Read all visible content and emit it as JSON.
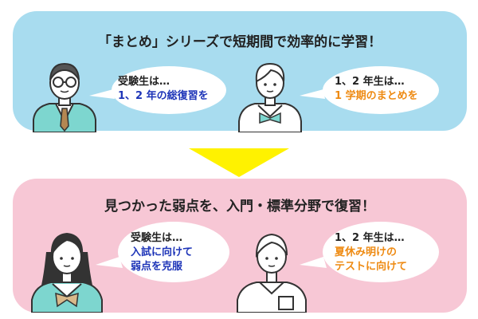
{
  "top_panel": {
    "headline": "「まとめ」シリーズで短期間で効率的に学習！",
    "bubble_left": {
      "who": "受験生は…",
      "lines": [
        "1、2 年の総復習を"
      ]
    },
    "bubble_right": {
      "who": "1、2 年生は…",
      "lines": [
        "1 学期のまとめを"
      ]
    }
  },
  "bottom_panel": {
    "headline": "見つかった弱点を、入門・標準分野で復習！",
    "bubble_left": {
      "who": "受験生は…",
      "lines": [
        "入試に向けて",
        "弱点を克服"
      ]
    },
    "bubble_right": {
      "who": "1、2 年生は…",
      "lines": [
        "夏休み明けの",
        "テストに向けて"
      ]
    }
  },
  "colors": {
    "top_panel_bg": "#a8dcef",
    "bottom_panel_bg": "#f7c7d5",
    "arrow": "#fff200",
    "blue_text": "#1e35b8",
    "orange_text": "#ee8a12"
  },
  "icons": [
    "boy-student-glasses-icon",
    "girl-student-sailor-icon",
    "girl-student-ponytail-icon",
    "boy-student-shirt-icon",
    "down-arrow-icon"
  ]
}
